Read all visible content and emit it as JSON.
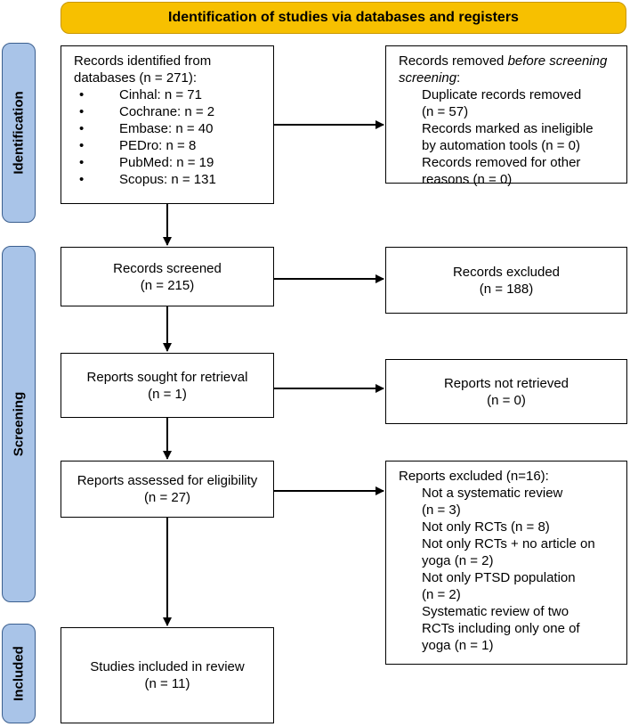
{
  "banner": {
    "title": "Identification of studies via databases and registers"
  },
  "phases": {
    "identification": "Identification",
    "screening": "Screening",
    "included": "Included"
  },
  "identification": {
    "records_identified_line1": "Records identified from",
    "records_identified_line2": "databases (n = 271):",
    "databases": [
      "Cinhal: n = 71",
      "Cochrane: n = 2",
      "Embase: n = 40",
      "PEDro: n = 8",
      "PubMed: n = 19",
      "Scopus: n = 131"
    ],
    "removed_title": "Records removed ",
    "removed_title_italic": "before screening",
    "removed_title_end": ":",
    "removed_items": [
      "Duplicate records removed",
      "(n = 57)",
      "Records marked as ineligible",
      "by automation tools (n = 0)",
      "Records removed for other",
      "reasons (n = 0)"
    ]
  },
  "screening": {
    "screened_label": "Records screened",
    "screened_n": "(n = 215)",
    "excluded_label": "Records excluded",
    "excluded_n": "(n = 188)",
    "sought_label": "Reports sought for retrieval",
    "sought_n": "(n = 1)",
    "not_retrieved_label": "Reports not retrieved",
    "not_retrieved_n": "(n = 0)",
    "assessed_label": "Reports assessed for eligibility",
    "assessed_n": "(n = 27)",
    "reports_excluded_title": "Reports excluded (n=16):",
    "reports_excluded_items": [
      "Not a systematic review",
      "(n = 3)",
      "Not only RCTs (n = 8)",
      "Not only RCTs + no article on",
      "yoga (n = 2)",
      "Not only PTSD population",
      "(n = 2)",
      "Systematic review of two",
      "RCTs including only one of",
      "yoga (n = 1)"
    ]
  },
  "included": {
    "included_label": "Studies included in review",
    "included_n": "(n = 11)"
  }
}
